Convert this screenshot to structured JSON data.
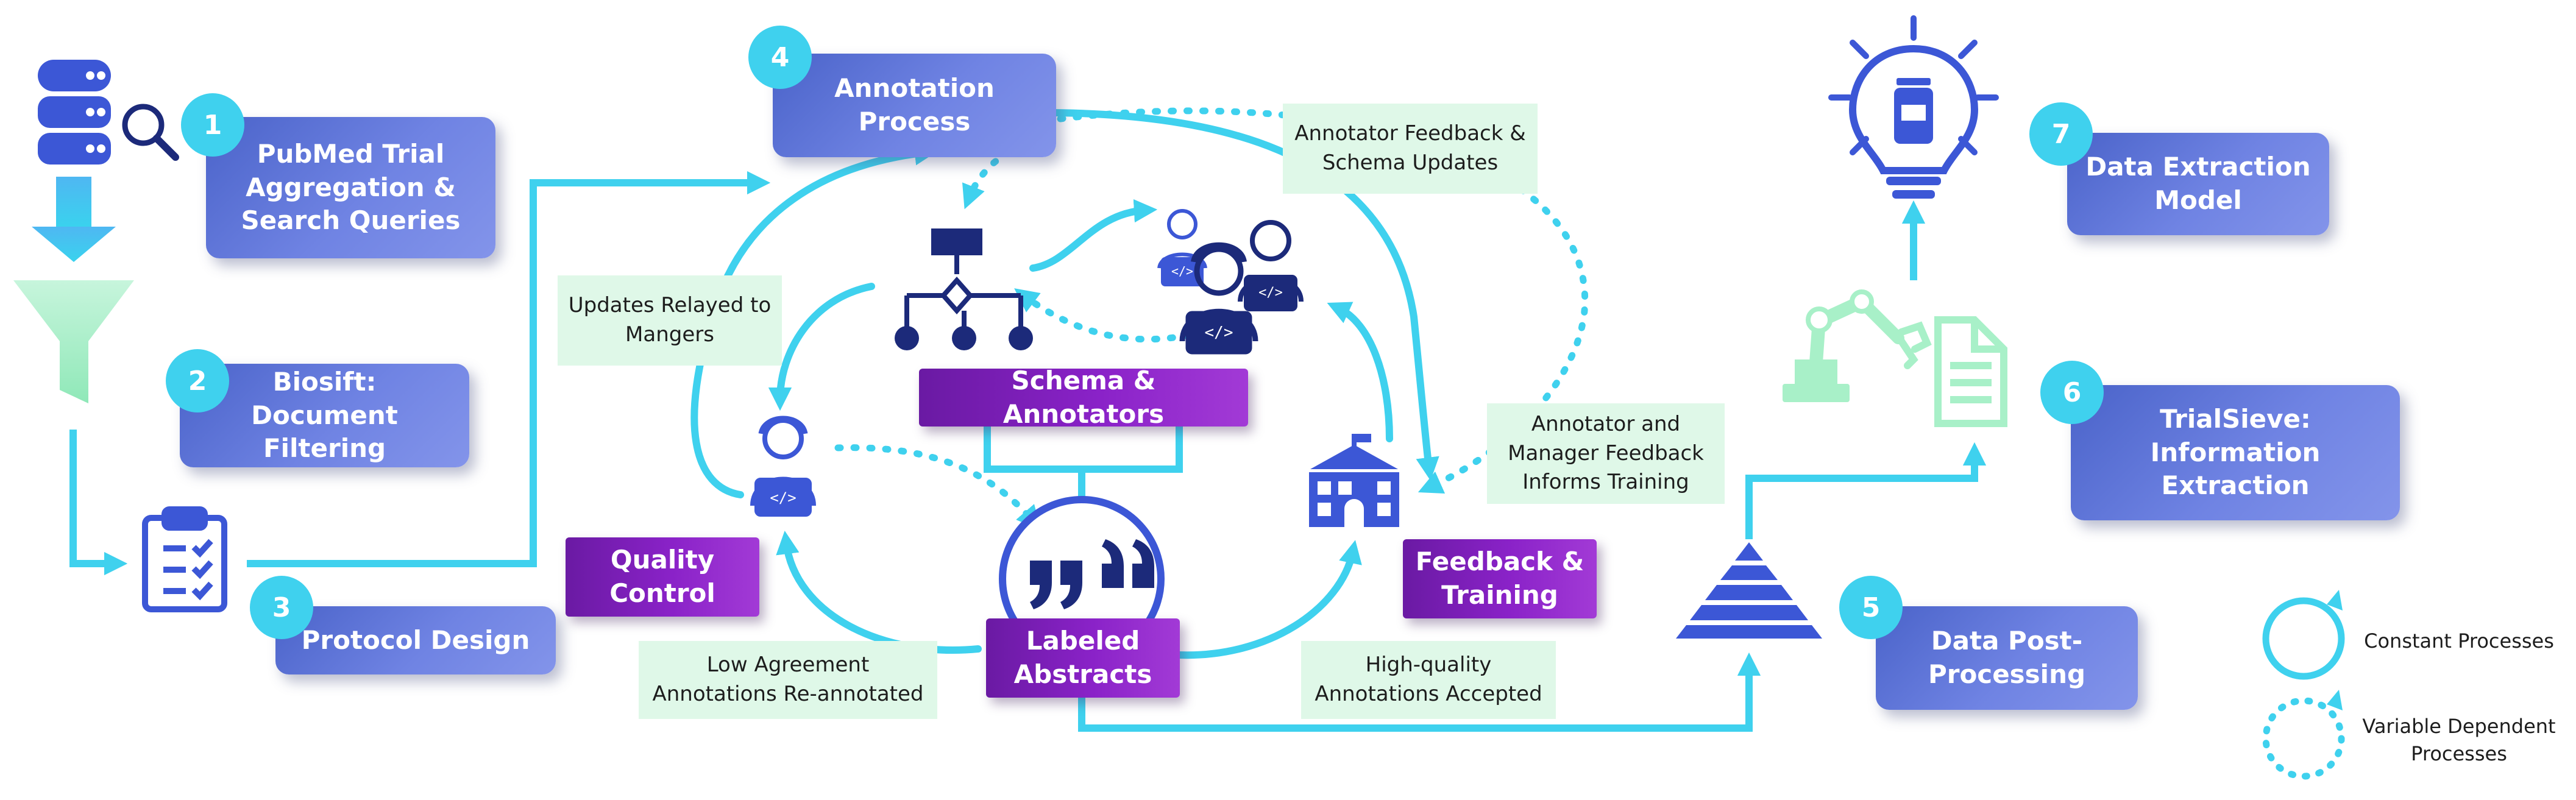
{
  "colors": {
    "flow_arrow": "#3fd1ee",
    "step_box": "#5b70d8",
    "step_badge": "#3fd1ee",
    "center_label": "#7b1fb8",
    "note_bg": "#dff8e8",
    "icon_navy": "#1c2a7a",
    "icon_mint": "#a8f0c8"
  },
  "steps": [
    {
      "number": "1",
      "label": "PubMed Trial\nAggregation &\nSearch Queries"
    },
    {
      "number": "2",
      "label": "Biosift:\nDocument Filtering"
    },
    {
      "number": "3",
      "label": "Protocol Design"
    },
    {
      "number": "4",
      "label": "Annotation\nProcess"
    },
    {
      "number": "5",
      "label": "Data Post-\nProcessing"
    },
    {
      "number": "6",
      "label": "TrialSieve:\nInformation\nExtraction"
    },
    {
      "number": "7",
      "label": "Data Extraction\nModel"
    }
  ],
  "center_labels": {
    "schema_annotators": "Schema & Annotators",
    "quality_control": "Quality\nControl",
    "labeled_abstracts": "Labeled\nAbstracts",
    "feedback_training": "Feedback &\nTraining"
  },
  "notes": {
    "annotator_feedback": "Annotator Feedback &\nSchema Updates",
    "updates_relayed": "Updates Relayed to\nMangers",
    "manager_feedback": "Annotator and\nManager Feedback\nInforms Training",
    "low_agreement": "Low Agreement\nAnnotations Re-annotated",
    "high_quality": "High-quality\nAnnotations Accepted"
  },
  "legend": {
    "constant": "Constant Processes",
    "variable": "Variable Dependent\nProcesses"
  },
  "icons": {
    "database": "database-icon",
    "search": "magnifier-icon",
    "filter": "funnel-icon",
    "clipboard": "clipboard-checklist-icon",
    "hierarchy": "schema-hierarchy-icon",
    "annotators": "annotator-group-icon",
    "annotator": "annotator-icon",
    "school": "school-building-icon",
    "quote": "quote-icon",
    "pyramid": "pyramid-icon",
    "robot_arm": "robot-arm-icon",
    "document": "document-icon",
    "bulb": "lightbulb-icon"
  }
}
